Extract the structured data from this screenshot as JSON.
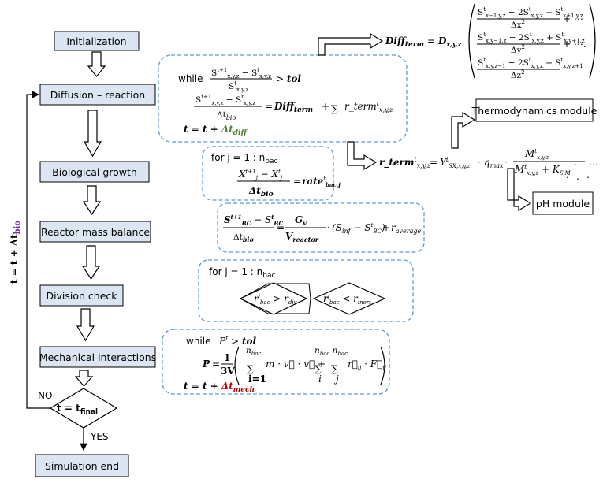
{
  "flow": {
    "init": "Initialization",
    "diffusion": "Diffusion – reaction",
    "growth": "Biological growth",
    "mass": "Reactor mass balance",
    "division": "Division check",
    "mechanical": "Mechanical interactions",
    "decision": "t = t",
    "decision_sub": "final",
    "no": "NO",
    "yes": "YES",
    "end": "Simulation end",
    "loop_t": "t = t + Δt",
    "loop_sub": "bio"
  },
  "modules": {
    "thermo": "Thermodynamics module",
    "ph": "pH module"
  },
  "panels": {
    "while": "while",
    "tol": "tol",
    "forj": "for j = 1 : n",
    "forj_sub": "bac",
    "diff_update": "t = t + ",
    "dt_diff": "Δt",
    "dt_diff_sub": "diff",
    "dt_mech": "Δt",
    "dt_mech_sub": "mech"
  },
  "colors": {
    "box_fill": "#dce6f2",
    "dashed_border": "#5b9bd5",
    "green": "#538135",
    "purple": "#7030a0",
    "red": "#c00000"
  }
}
